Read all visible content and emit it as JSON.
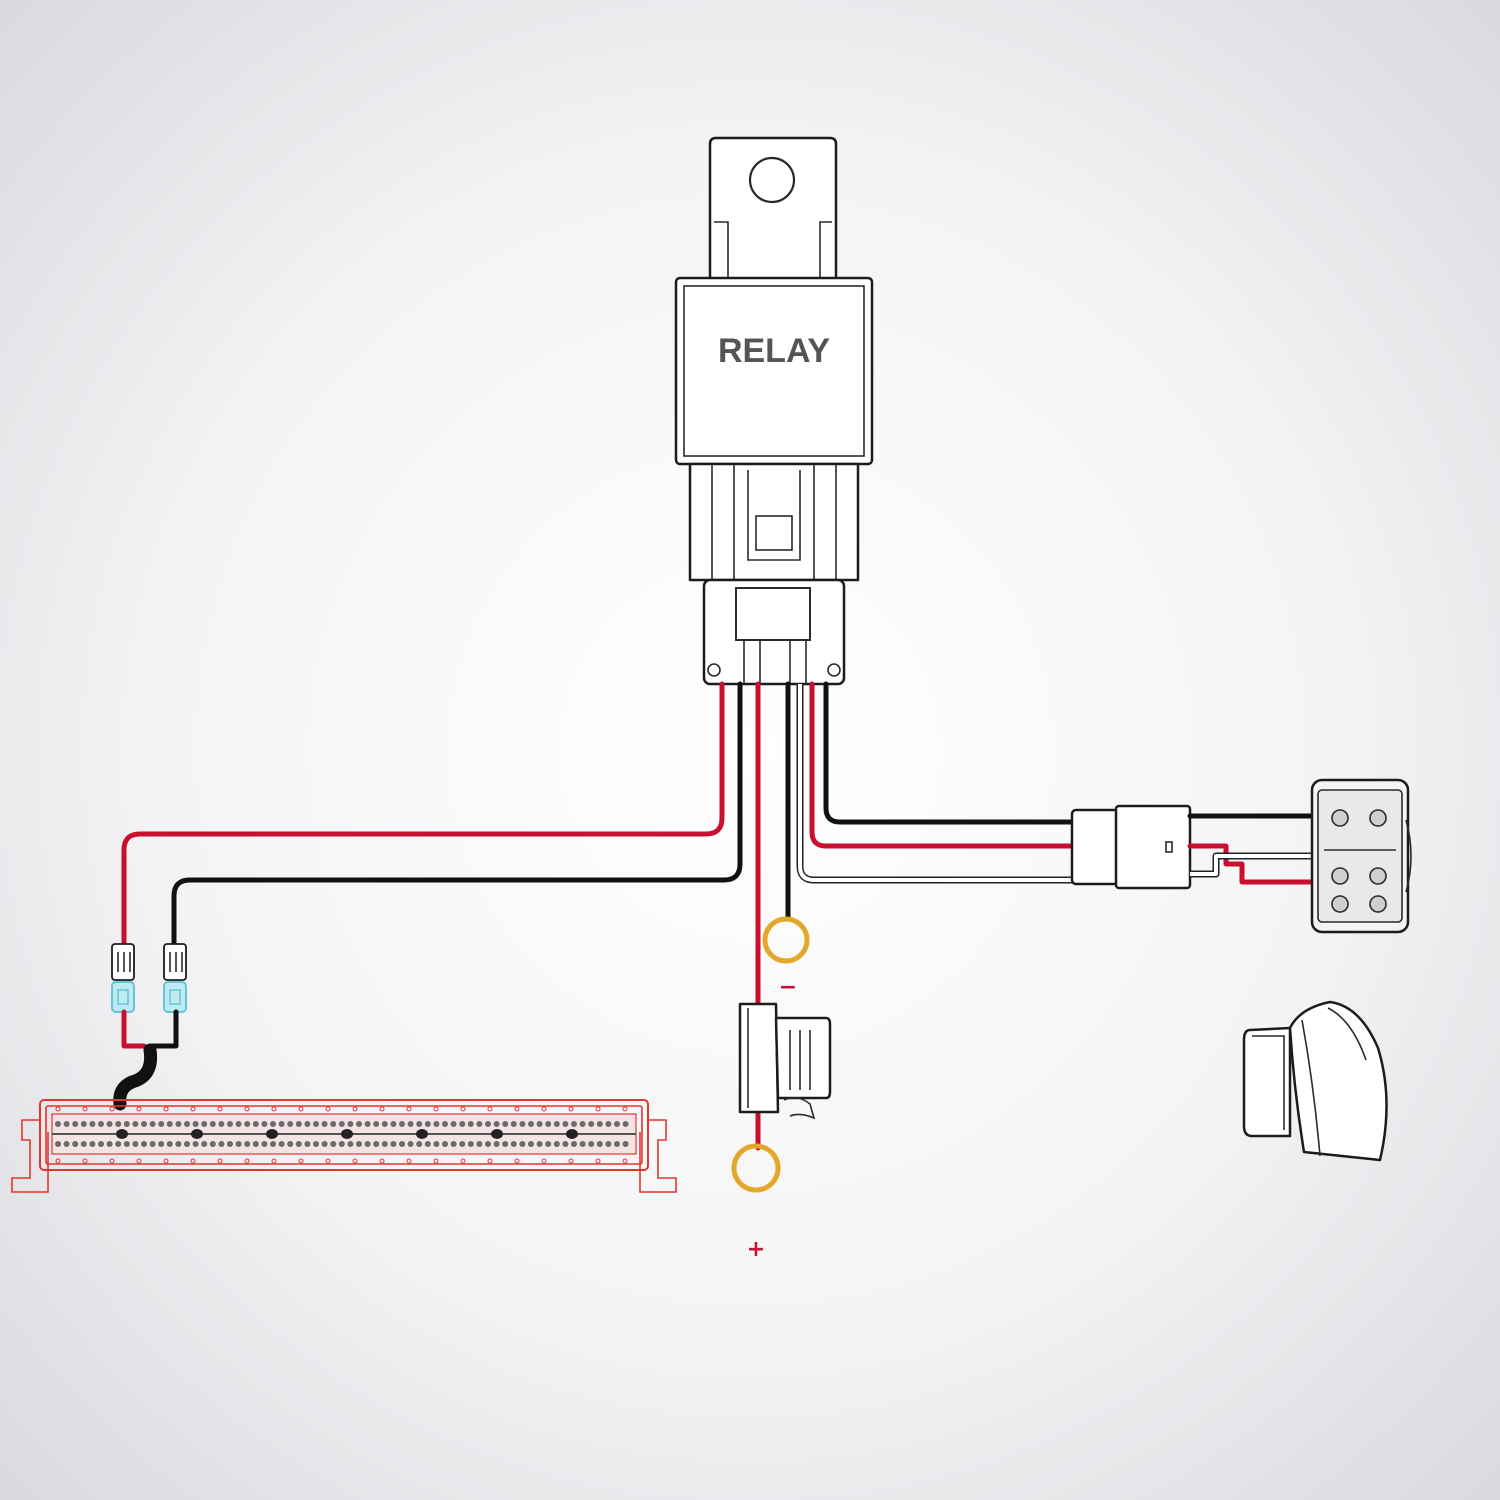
{
  "relay": {
    "label": "RELAY"
  },
  "terminals": {
    "negative": "−",
    "positive": "+"
  },
  "colors": {
    "wire_red": "#c8102e",
    "wire_black": "#111111",
    "ring_terminal": "#e3a82b",
    "light_bar": "#e2372e",
    "connector_blue": "#5fc7d9"
  },
  "components": [
    {
      "name": "relay",
      "icon": "relay-icon"
    },
    {
      "name": "light-bar",
      "icon": "led-light-bar-icon"
    },
    {
      "name": "fuse-holder",
      "icon": "inline-fuse-icon"
    },
    {
      "name": "rocker-switch",
      "icon": "rocker-switch-icon"
    },
    {
      "name": "ring-terminal",
      "icon": "ring-terminal-icon"
    }
  ]
}
